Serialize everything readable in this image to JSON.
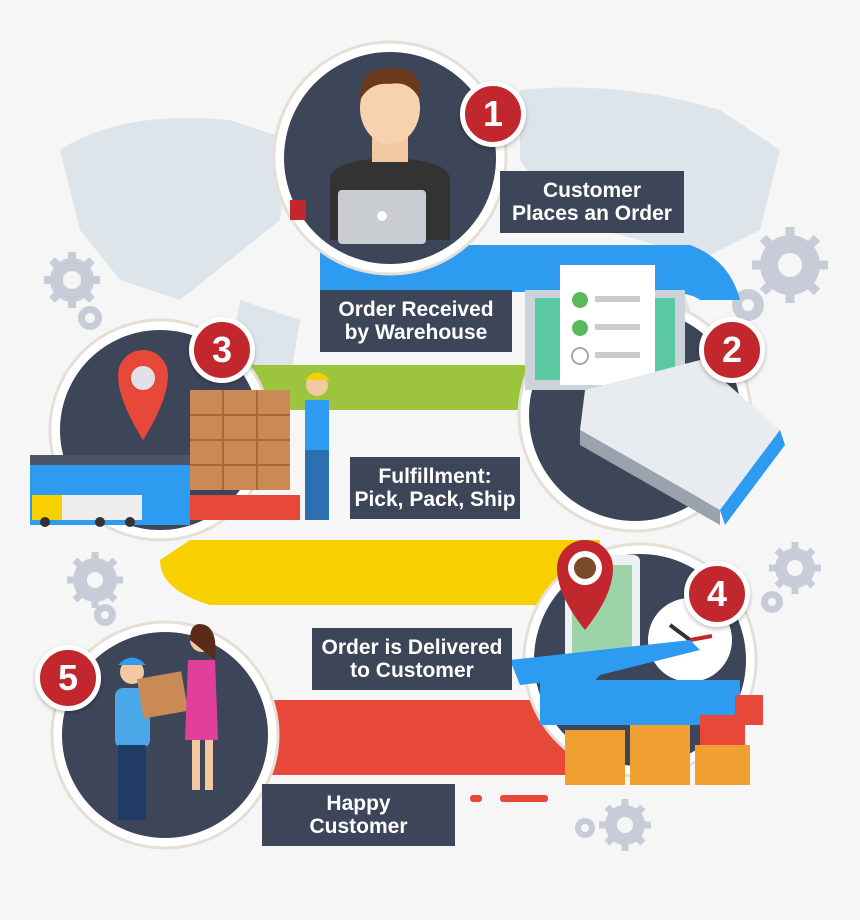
{
  "steps": [
    {
      "number": "1",
      "line1": "Customer",
      "line2": "Places an Order"
    },
    {
      "number": "2",
      "line1": "Order Received",
      "line2": "by Warehouse"
    },
    {
      "number": "3",
      "line1": "Fulfillment:",
      "line2": "Pick, Pack, Ship"
    },
    {
      "number": "4",
      "line1": "Order is Delivered",
      "line2": "to Customer"
    },
    {
      "number": "5",
      "line1": "Happy",
      "line2": "Customer"
    }
  ],
  "colors": {
    "navy": "#3d4559",
    "badge_red": "#c1272d",
    "blue_band": "#2d9cf0",
    "green_band": "#9cc43c",
    "yellow_band": "#f8d000",
    "red_band": "#e8483a",
    "gear": "#c7ccd8",
    "map": "#dde5ea"
  }
}
